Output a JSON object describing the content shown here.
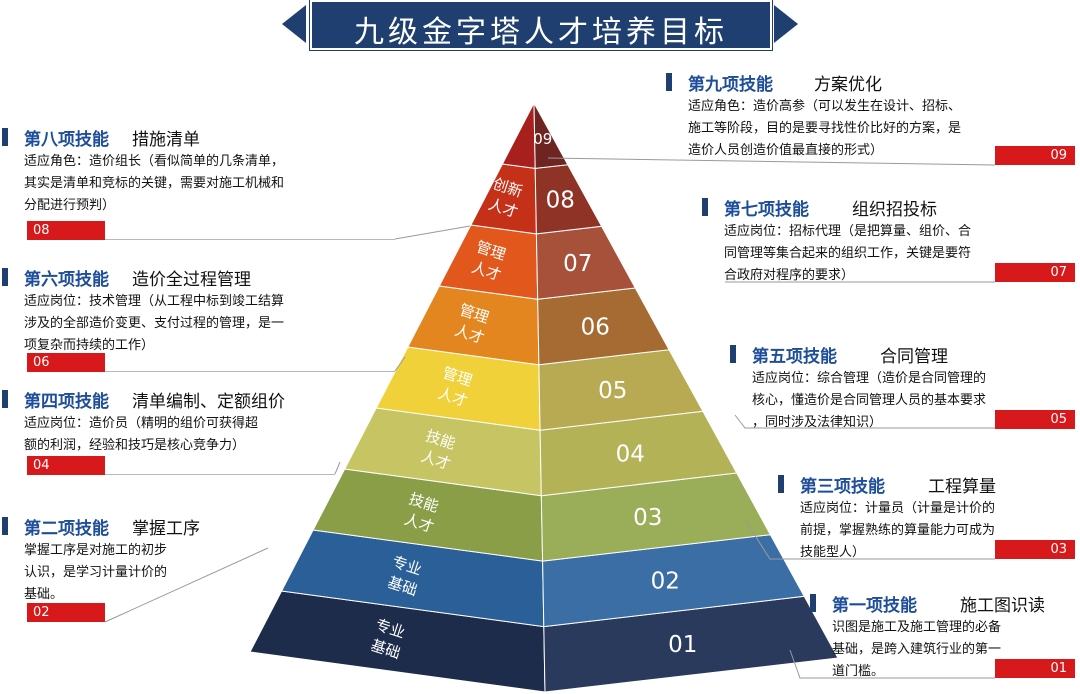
{
  "title": "九级金字塔人才培养目标",
  "layers": [
    {
      "num": "01",
      "label": [
        "专业",
        "基础"
      ],
      "color_left": "#1e2c4b",
      "color_right": "#2a3a5c"
    },
    {
      "num": "02",
      "label": [
        "专业",
        "基础"
      ],
      "color_left": "#2b5f97",
      "color_right": "#3b6ea4"
    },
    {
      "num": "03",
      "label": [
        "技能",
        "人才"
      ],
      "color_left": "#8a9e47",
      "color_right": "#9aad58"
    },
    {
      "num": "04",
      "label": [
        "技能",
        "人才"
      ],
      "color_left": "#c6c463",
      "color_right": "#b3b257"
    },
    {
      "num": "05",
      "label": [
        "管理",
        "人才"
      ],
      "color_left": "#f0d13a",
      "color_right": "#b8aa52"
    },
    {
      "num": "06",
      "label": [
        "管理",
        "人才"
      ],
      "color_left": "#e4861f",
      "color_right": "#a56b33"
    },
    {
      "num": "07",
      "label": [
        "管理",
        "人才"
      ],
      "color_left": "#e2571c",
      "color_right": "#a7503a"
    },
    {
      "num": "08",
      "label": [
        "创新",
        "人才"
      ],
      "color_left": "#c53019",
      "color_right": "#8e3325"
    },
    {
      "num": "09",
      "label": [],
      "color_left": "#a8201d",
      "color_right": "#6e2421"
    }
  ],
  "annotations": {
    "a08": {
      "skill": "第八项技能",
      "name": "措施清单",
      "lines": [
        "适应角色：造价组长（看似简单的几条清单，",
        "其实是清单和竞标的关键，需要对施工机械和",
        "分配进行预判）"
      ],
      "tag": "08"
    },
    "a06": {
      "skill": "第六项技能",
      "name": "造价全过程管理",
      "lines": [
        "适应岗位：技术管理（从工程中标到竣工结算",
        "涉及的全部造价变更、支付过程的管理，是一",
        "项复杂而持续的工作）"
      ],
      "tag": "06"
    },
    "a04": {
      "skill": "第四项技能",
      "name": "清单编制、定额组价",
      "lines": [
        "适应岗位：造价员（精明的组价可获得超",
        "额的利润，经验和技巧是核心竞争力）"
      ],
      "tag": "04"
    },
    "a02": {
      "skill": "第二项技能",
      "name": "掌握工序",
      "lines": [
        "掌握工序是对施工的初步",
        "认识，是学习计量计价的",
        "基础。"
      ],
      "tag": "02"
    },
    "a09": {
      "skill": "第九项技能",
      "name": "方案优化",
      "lines": [
        "适应角色：造价高参（可以发生在设计、招标、",
        "施工等阶段，目的是要寻找性价比好的方案，是",
        "造价人员创造价值最直接的形式）"
      ],
      "tag": "09"
    },
    "a07": {
      "skill": "第七项技能",
      "name": "组织招投标",
      "lines": [
        "适应岗位：招标代理（是把算量、组价、合",
        "同管理等集合起来的组织工作，关键是要符",
        "合政府对程序的要求）"
      ],
      "tag": "07"
    },
    "a05": {
      "skill": "第五项技能",
      "name": "合同管理",
      "lines": [
        "适应岗位：综合管理（造价是合同管理的",
        "核心，懂造价是合同管理人员的基本要求",
        "，同时涉及法律知识）"
      ],
      "tag": "05"
    },
    "a03": {
      "skill": "第三项技能",
      "name": "工程算量",
      "lines": [
        "适应岗位：计量员（计量是计价的",
        "前提，掌握熟练的算量能力可成为",
        "技能型人）"
      ],
      "tag": "03"
    },
    "a01": {
      "skill": "第一项技能",
      "name": "施工图识读",
      "lines": [
        "识图是施工及施工管理的必备",
        "基础，是跨入建筑行业的第一",
        "道门槛。"
      ],
      "tag": "01"
    }
  }
}
